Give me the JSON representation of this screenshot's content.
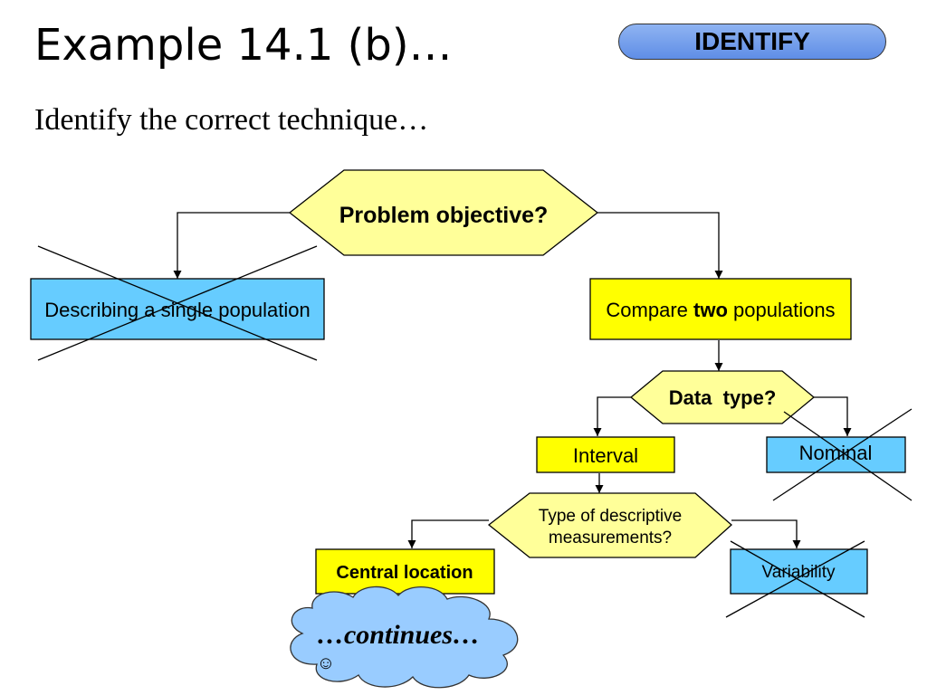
{
  "header": {
    "title": "Example 14.1 (b)…",
    "badge": "IDENTIFY",
    "subtitle": "Identify the correct technique…"
  },
  "diagram": {
    "problem_objective": "Problem objective?",
    "describing_single": "Describing a single population",
    "compare_prefix": "Compare ",
    "compare_bold": "two",
    "compare_suffix": " populations",
    "data_type": "Data  type?",
    "interval": "Interval",
    "nominal": "Nominal",
    "descriptive_line1": "Type of descriptive",
    "descriptive_line2": "measurements?",
    "central_location": "Central location",
    "variability": "Variability",
    "continues": "…continues…",
    "smiley": "☺"
  },
  "colors": {
    "yellow_fill": "#ffff00",
    "light_yellow_fill": "#ffff99",
    "blue_fill": "#66ccff",
    "cloud_fill": "#99ccff"
  }
}
